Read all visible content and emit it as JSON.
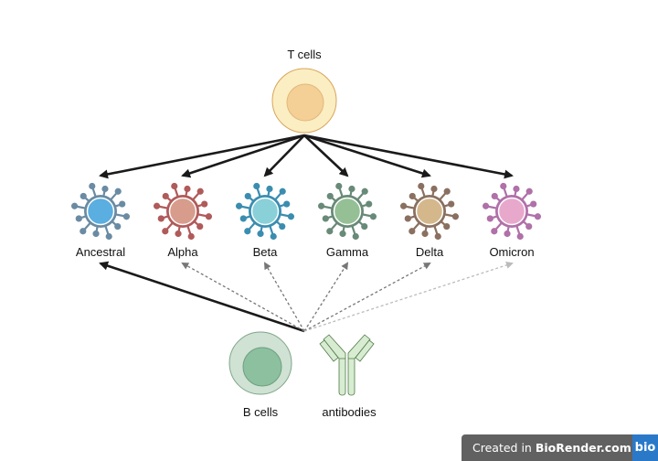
{
  "tcell": {
    "label": "T cells"
  },
  "variants": [
    {
      "label": "Ancestral",
      "ring": "#6a8ba3",
      "core": "#5aaee0",
      "tcell_arrow": "solid",
      "bcell_arrow": "solid"
    },
    {
      "label": "Alpha",
      "ring": "#b05a5a",
      "core": "#d89c8c",
      "tcell_arrow": "solid",
      "bcell_arrow": "dotted"
    },
    {
      "label": "Beta",
      "ring": "#3b8db0",
      "core": "#8ad0d8",
      "tcell_arrow": "solid",
      "bcell_arrow": "dotted"
    },
    {
      "label": "Gamma",
      "ring": "#688a78",
      "core": "#95c095",
      "tcell_arrow": "solid",
      "bcell_arrow": "dotted"
    },
    {
      "label": "Delta",
      "ring": "#8a7060",
      "core": "#d4b88c",
      "tcell_arrow": "solid",
      "bcell_arrow": "dotted"
    },
    {
      "label": "Omicron",
      "ring": "#b070a8",
      "core": "#e8a8cc",
      "tcell_arrow": "solid",
      "bcell_arrow": "faint-dotted"
    }
  ],
  "bcell": {
    "label": "B cells"
  },
  "antibody": {
    "label": "antibodies"
  },
  "watermark": {
    "prefix": "Created in ",
    "brand": "BioRender.com",
    "logo": "bio"
  }
}
